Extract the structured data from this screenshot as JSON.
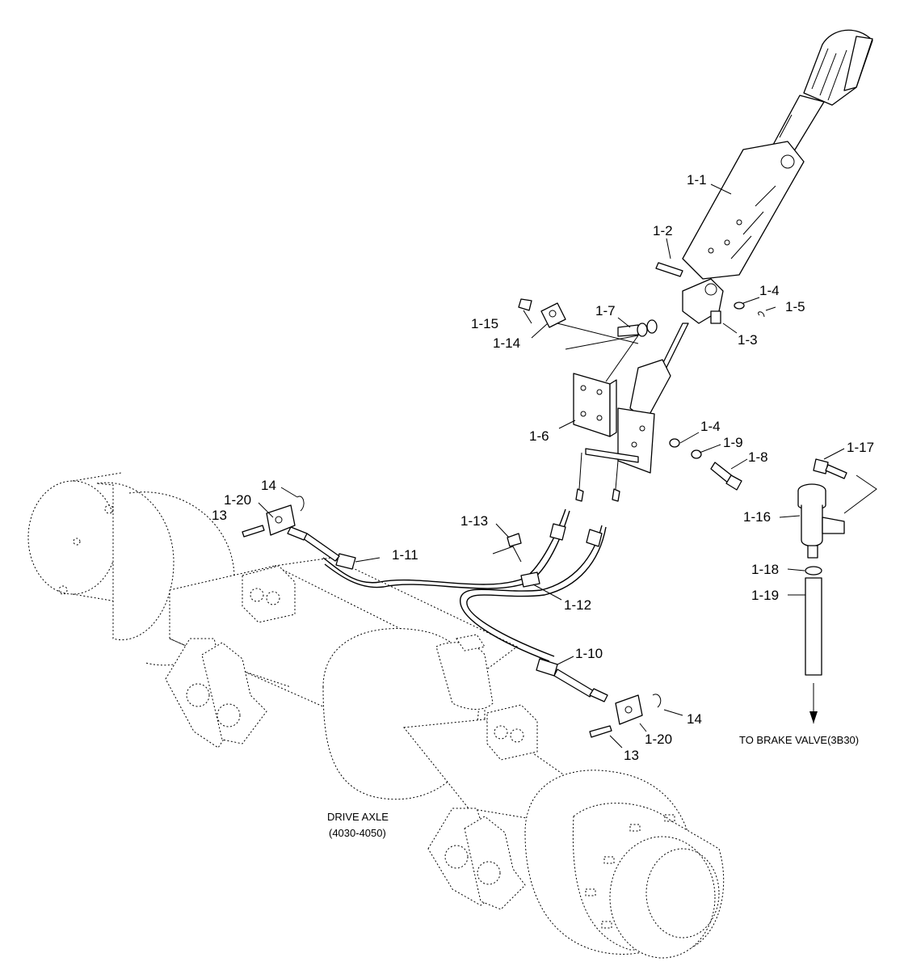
{
  "labels": {
    "l_1_1": "1-1",
    "l_1_2": "1-2",
    "l_1_3": "1-3",
    "l_1_4a": "1-4",
    "l_1_4b": "1-4",
    "l_1_5": "1-5",
    "l_1_6": "1-6",
    "l_1_7": "1-7",
    "l_1_8": "1-8",
    "l_1_9": "1-9",
    "l_1_10": "1-10",
    "l_1_11": "1-11",
    "l_1_12": "1-12",
    "l_1_13": "1-13",
    "l_1_14": "1-14",
    "l_1_15": "1-15",
    "l_1_16": "1-16",
    "l_1_17": "1-17",
    "l_1_18": "1-18",
    "l_1_19": "1-19",
    "l_1_20a": "1-20",
    "l_1_20b": "1-20",
    "l_13a": "13",
    "l_13b": "13",
    "l_14a": "14",
    "l_14b": "14"
  },
  "notes": {
    "drive_axle_line1": "DRIVE AXLE",
    "drive_axle_line2": "(4030-4050)",
    "brake_valve": "TO BRAKE VALVE(3B30)"
  }
}
